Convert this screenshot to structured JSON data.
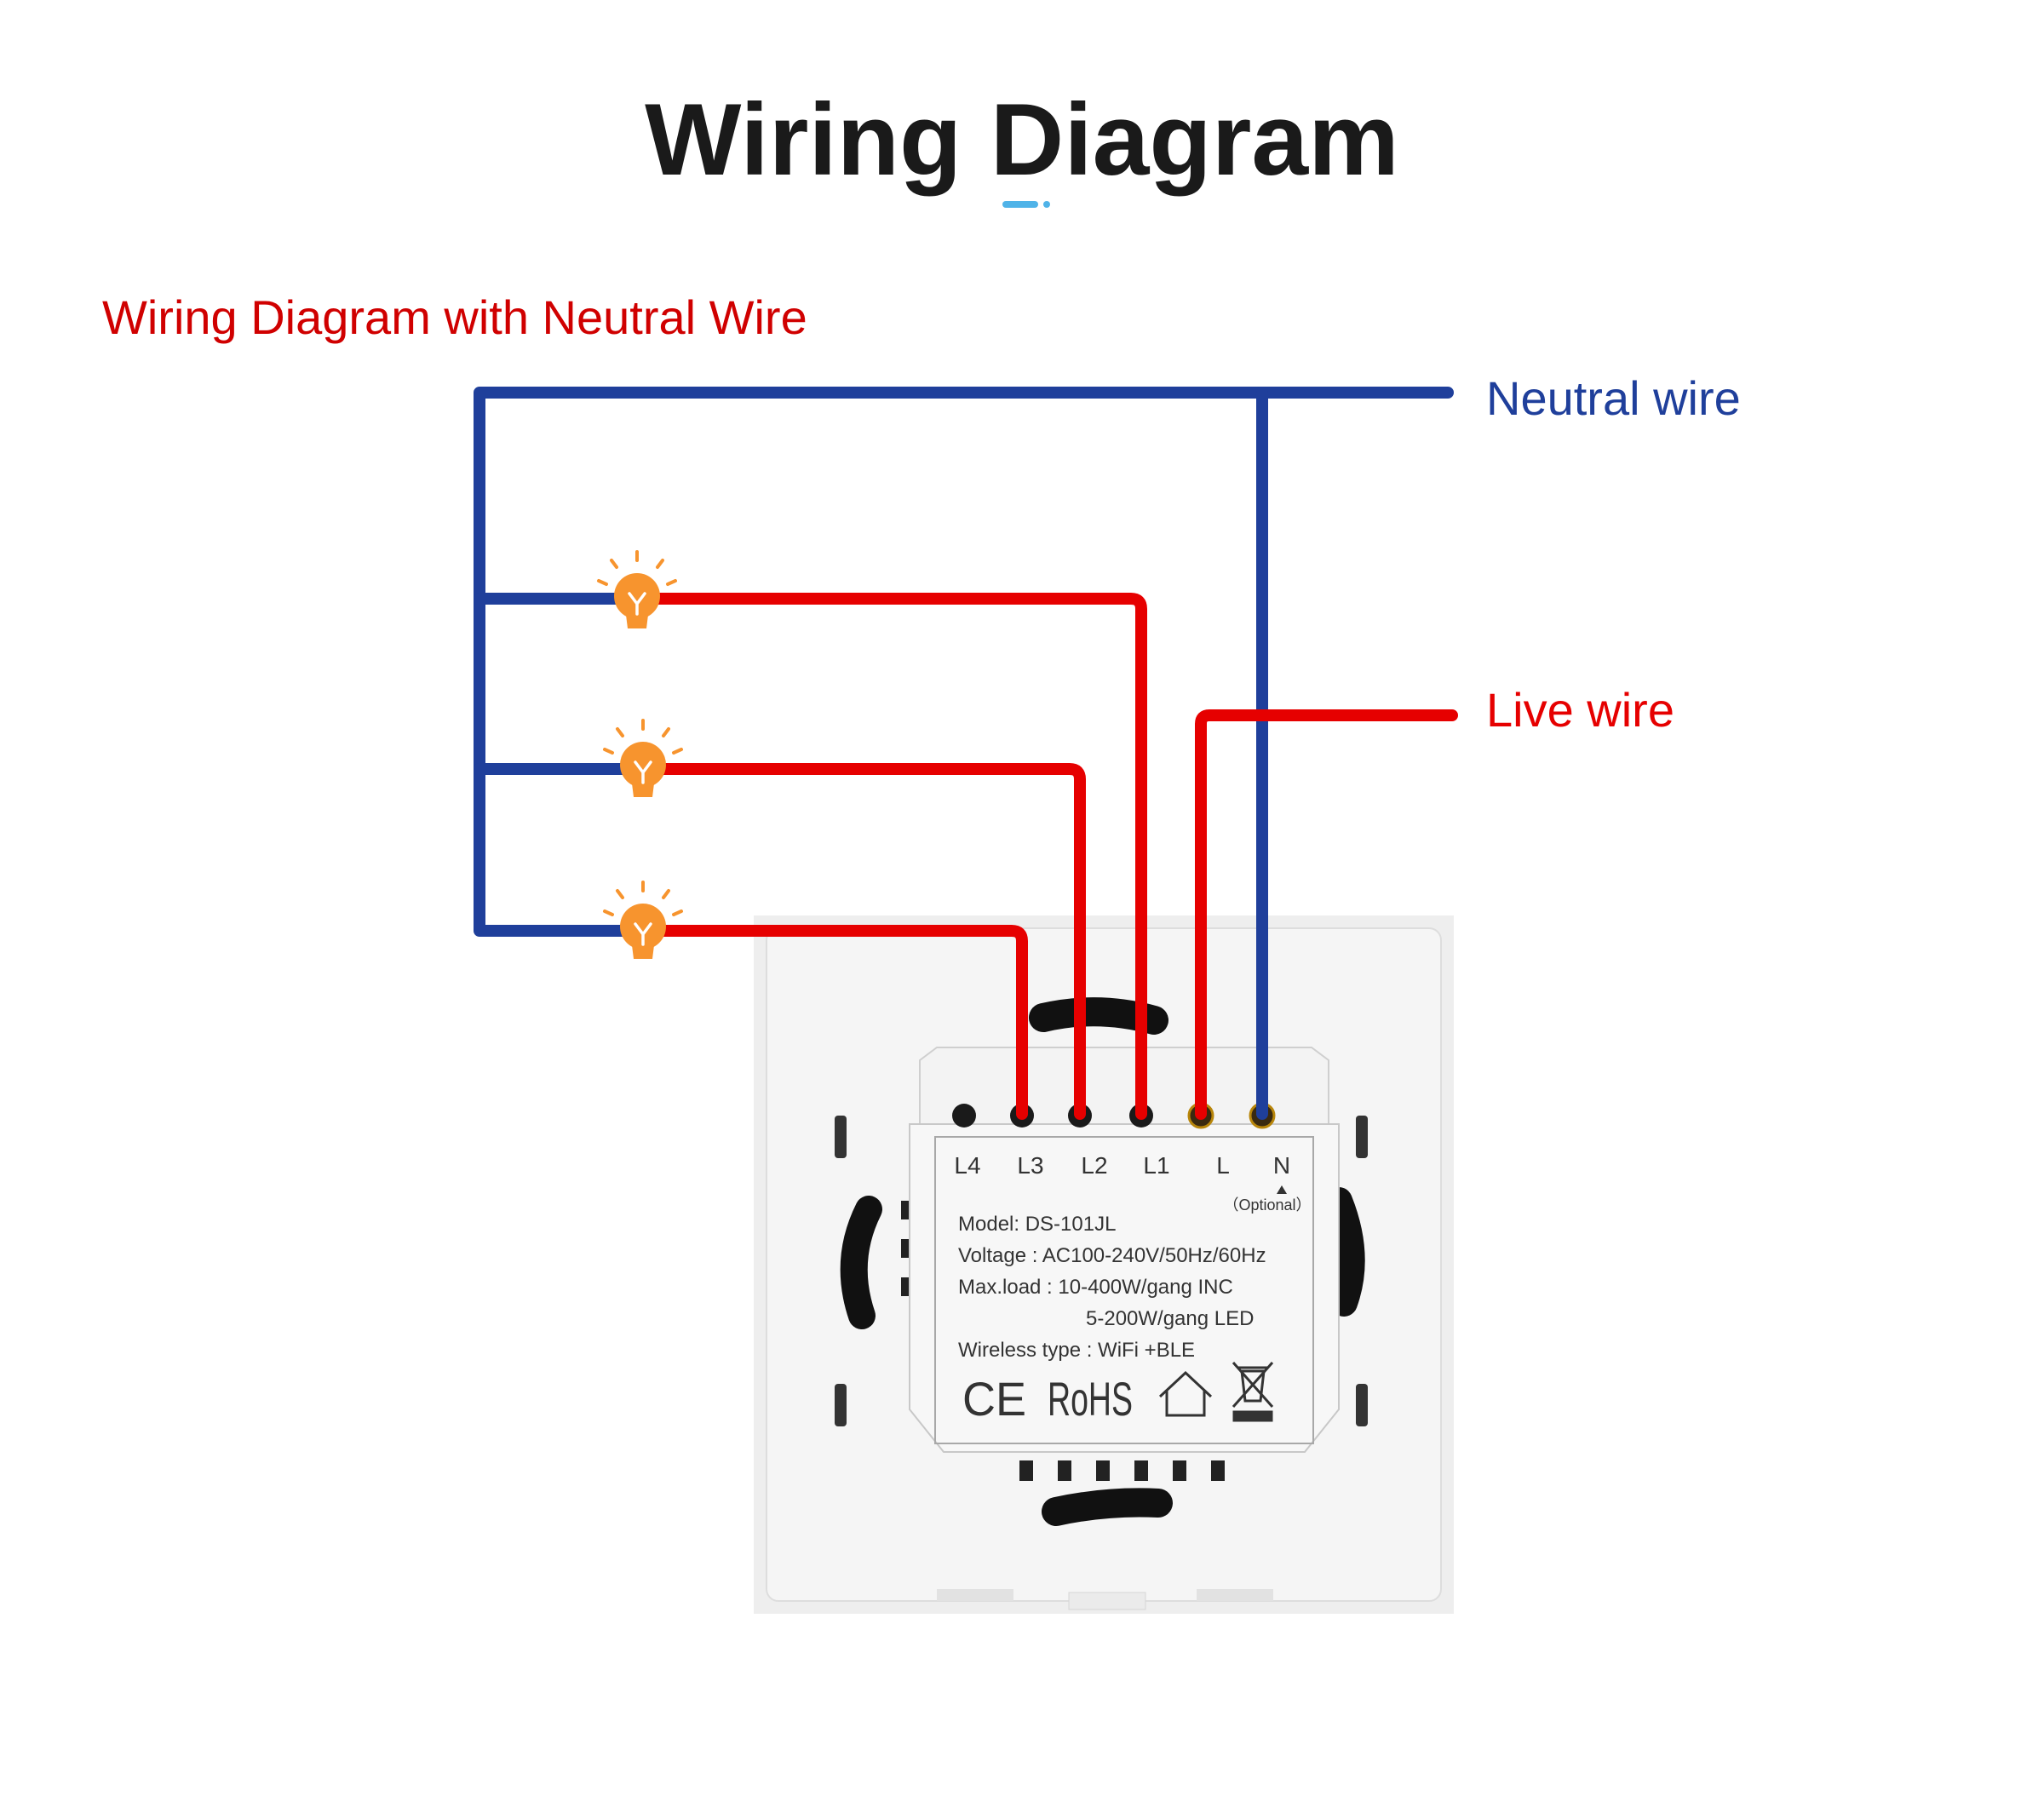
{
  "title": "Wiring Diagram",
  "subtitle": "Wiring Diagram with Neutral Wire",
  "labels": {
    "neutral": "Neutral wire",
    "live": "Live wire"
  },
  "terminals": [
    "L4",
    "L3",
    "L2",
    "L1",
    "L",
    "N"
  ],
  "optional_note": "（Optional）",
  "specs": {
    "model": "Model: DS-101JL",
    "voltage": "Voltage : AC100-240V/50Hz/60Hz",
    "maxload": "Max.load : 10-400W/gang INC",
    "maxload_led": "5-200W/gang LED",
    "wireless": "Wireless type : WiFi +BLE"
  },
  "marks": {
    "ce": "CE",
    "rohs": "RoHS"
  },
  "colors": {
    "neutral": "#1f3f9b",
    "live": "#e60000",
    "bulb": "#f7942e",
    "title_accent": "#4fb3e8",
    "title_text": "#1a1a1a",
    "subtitle_text": "#d00000"
  },
  "icons": [
    "light-bulb-icon",
    "light-bulb-icon",
    "light-bulb-icon",
    "house-icon",
    "weee-bin-icon"
  ]
}
